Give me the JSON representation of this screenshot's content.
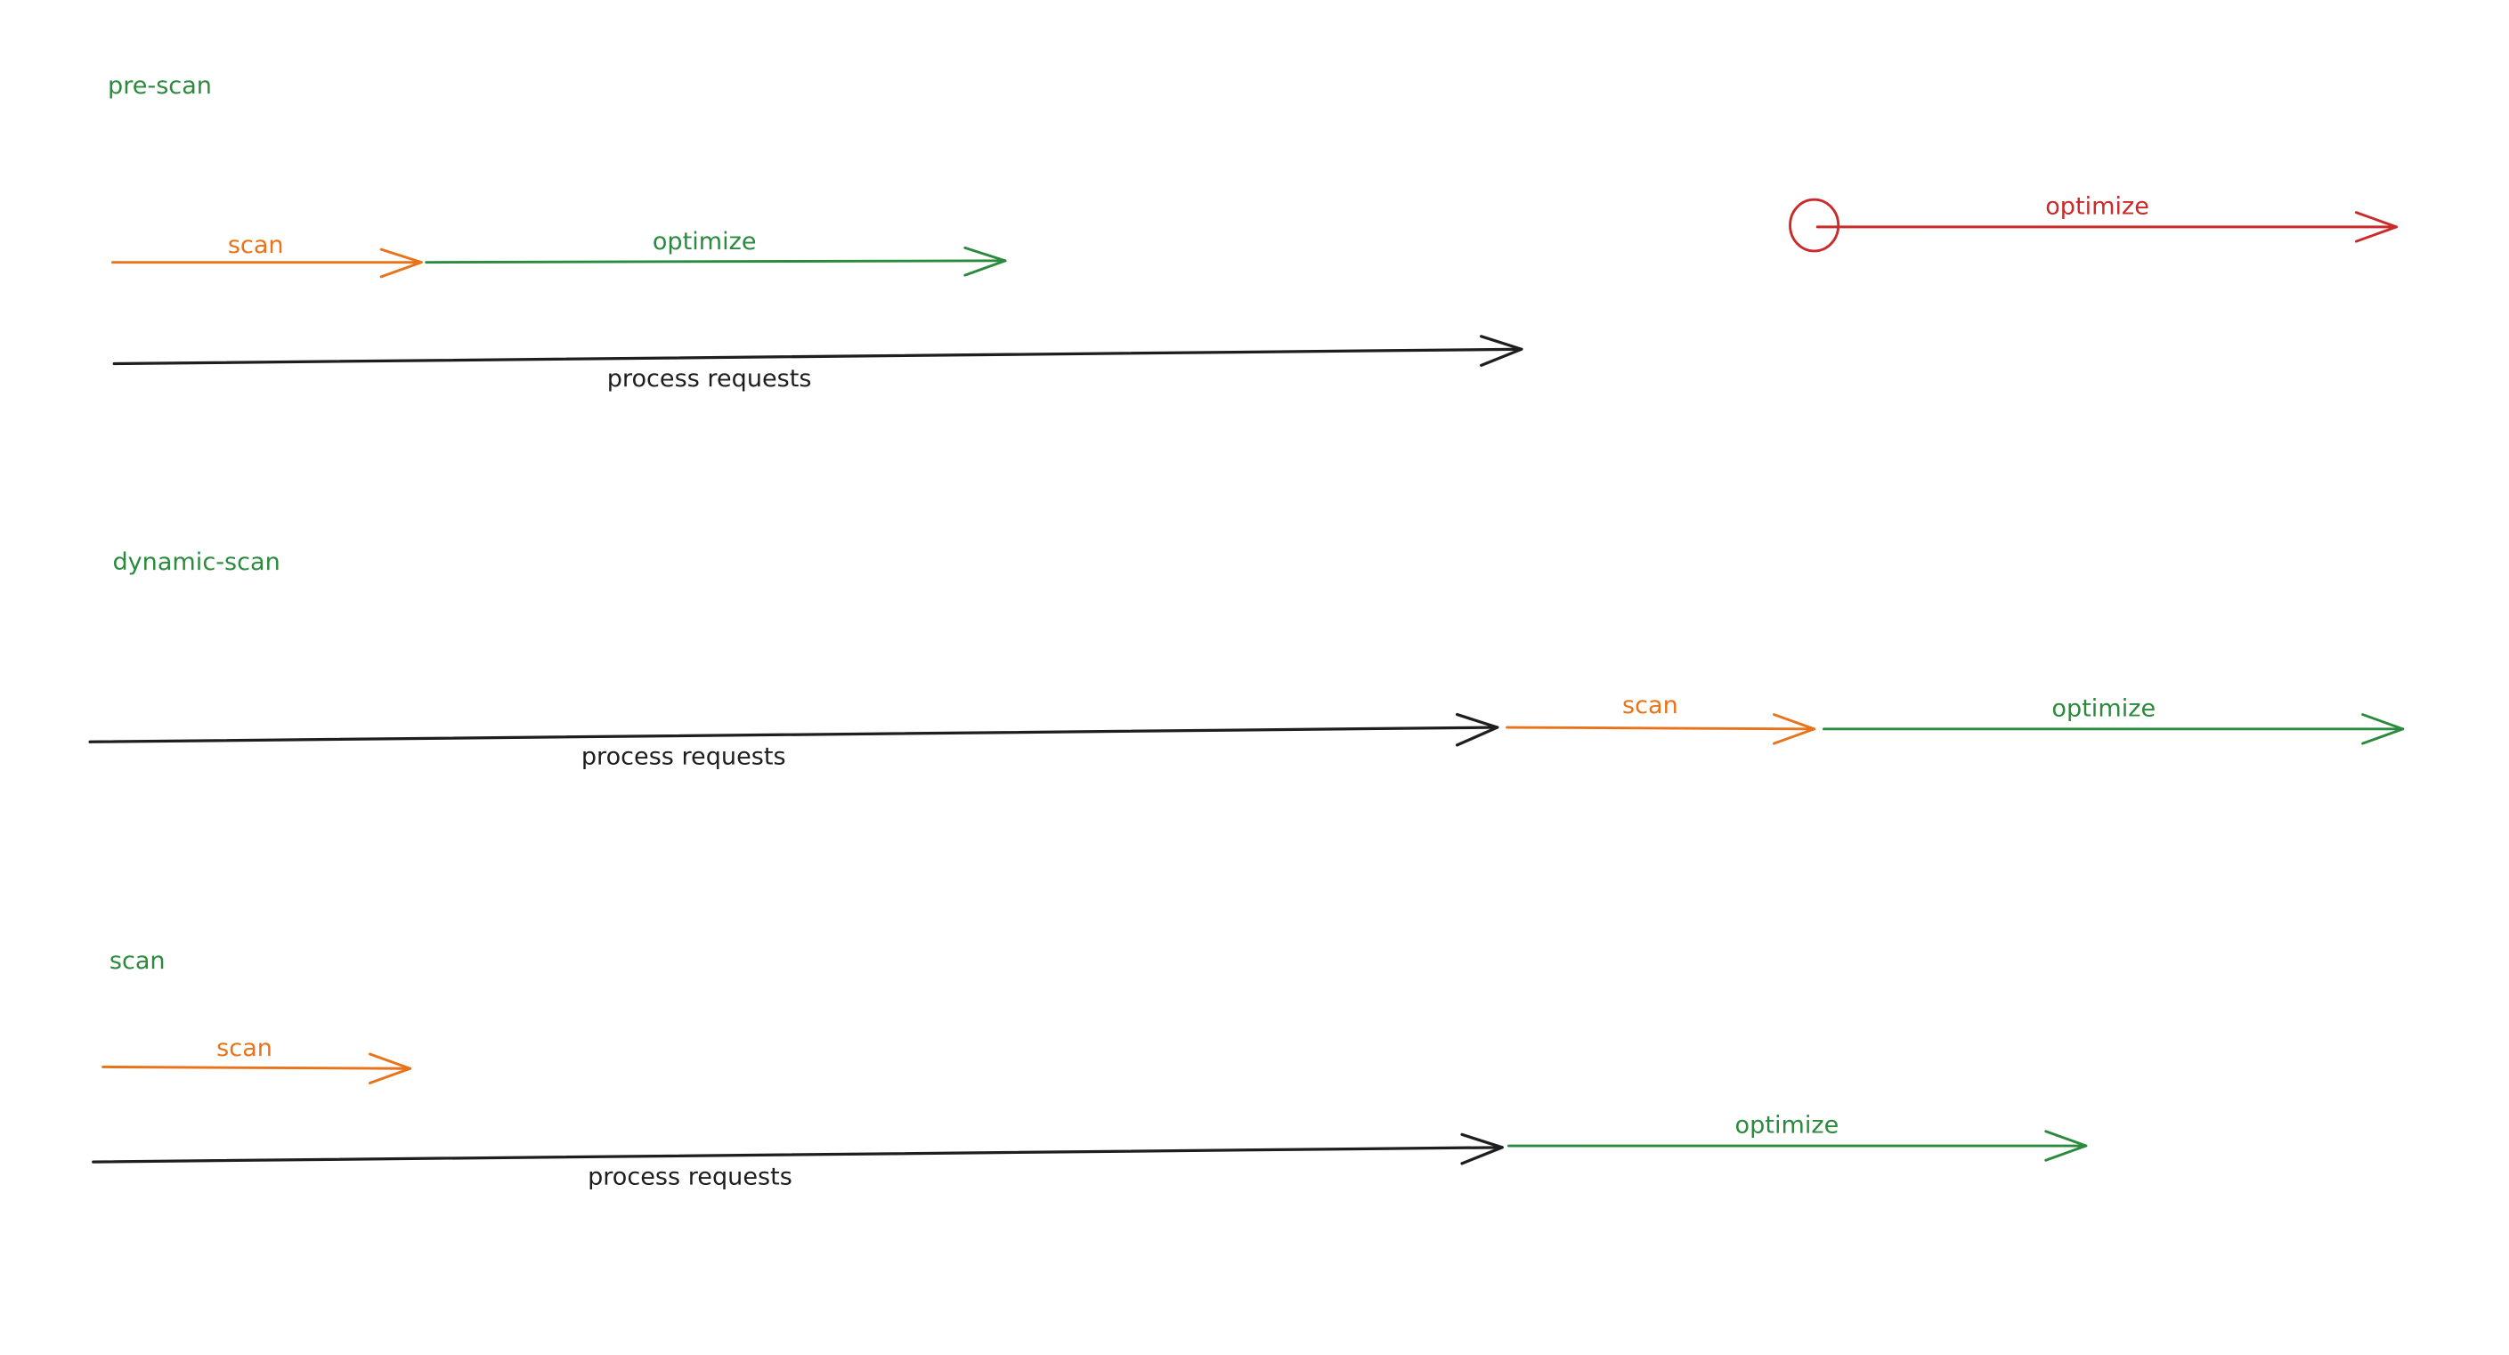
{
  "colors": {
    "green": "#2b8a3e",
    "orange": "#e8731a",
    "red": "#c92a2a",
    "black": "#1e1e1e"
  },
  "sections": [
    {
      "title": "pre-scan",
      "scan_label": "scan",
      "optimize_label": "optimize",
      "process_label": "process requests",
      "deferred_optimize_label": "optimize"
    },
    {
      "title": "dynamic-scan",
      "process_label": "process requests",
      "scan_label": "scan",
      "optimize_label": "optimize"
    },
    {
      "title": "scan",
      "scan_label": "scan",
      "process_label": "process requests",
      "optimize_label": "optimize"
    }
  ]
}
